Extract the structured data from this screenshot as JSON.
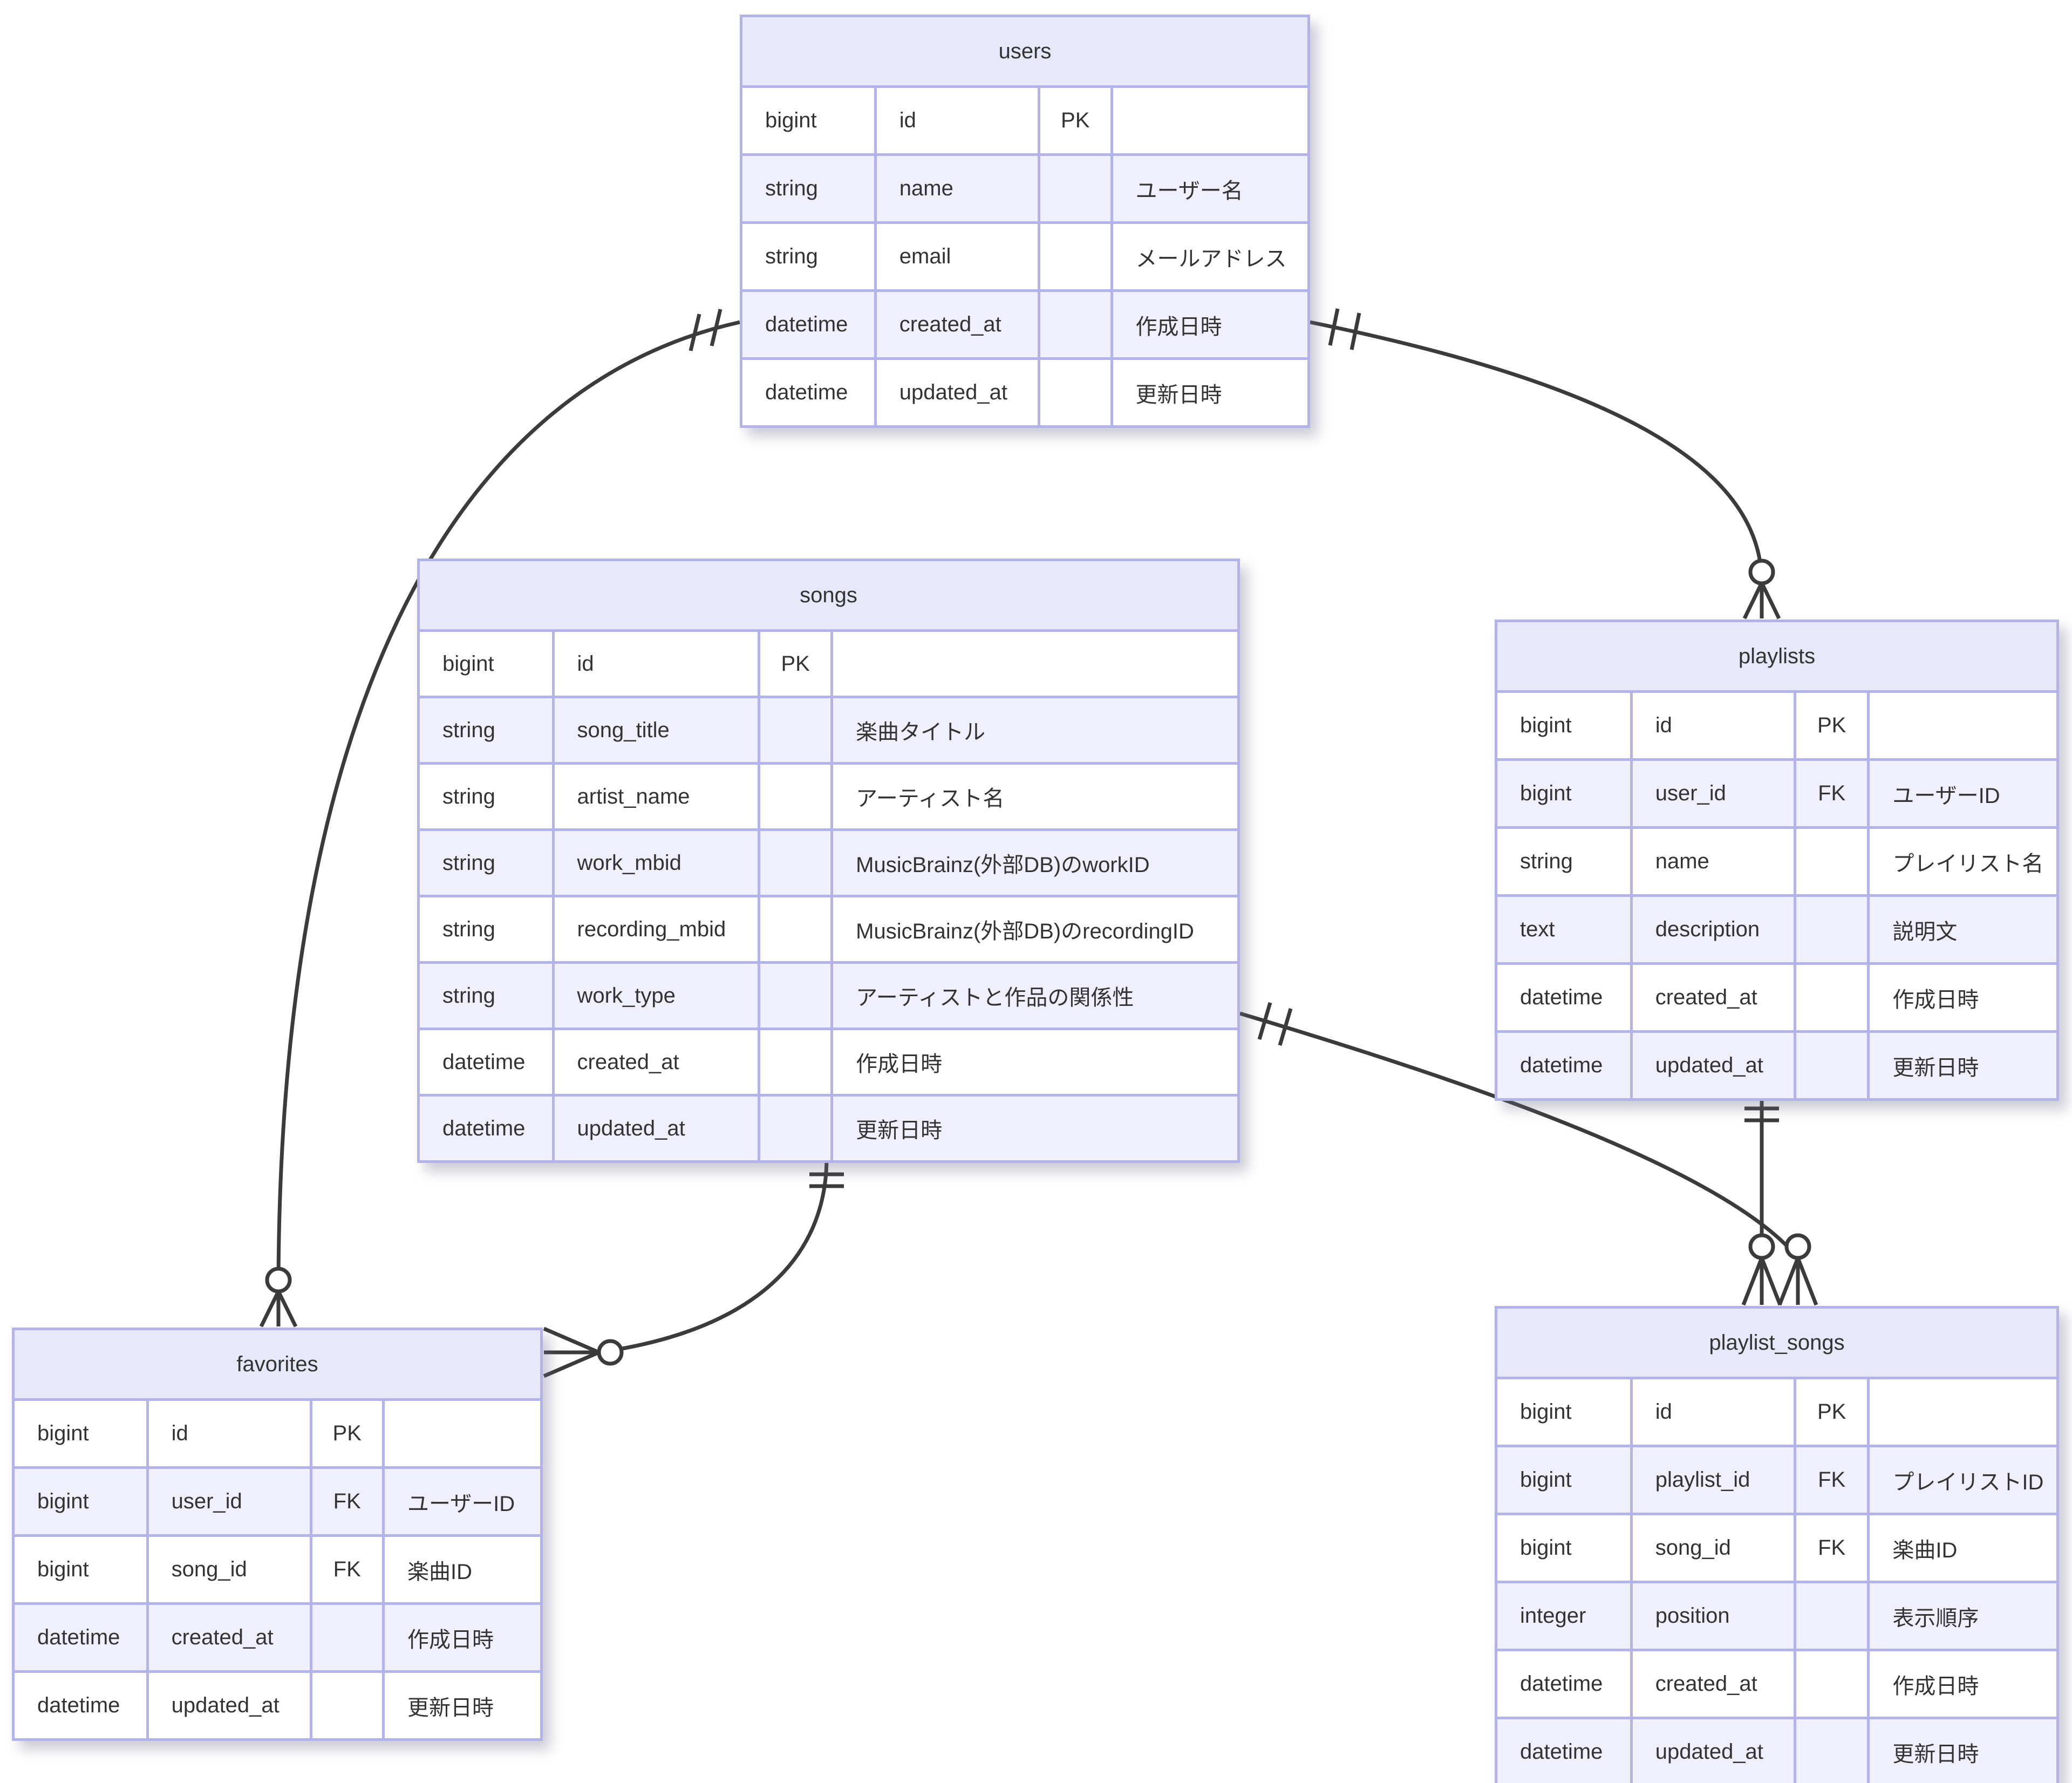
{
  "diagram": {
    "kind": "entity-relationship-diagram",
    "colors": {
      "header_fill": "#e8e8fb",
      "row_even_fill": "#efeffd",
      "row_odd_fill": "#ffffff",
      "border": "#b3b3ec",
      "line": "#3b3b3b",
      "text": "#333333",
      "background": "#ffffff"
    }
  },
  "entities": [
    {
      "name": "users",
      "attributes": [
        {
          "type": "bigint",
          "name": "id",
          "key": "PK",
          "comment": ""
        },
        {
          "type": "string",
          "name": "name",
          "key": "",
          "comment": "ユーザー名"
        },
        {
          "type": "string",
          "name": "email",
          "key": "",
          "comment": "メールアドレス"
        },
        {
          "type": "datetime",
          "name": "created_at",
          "key": "",
          "comment": "作成日時"
        },
        {
          "type": "datetime",
          "name": "updated_at",
          "key": "",
          "comment": "更新日時"
        }
      ]
    },
    {
      "name": "songs",
      "attributes": [
        {
          "type": "bigint",
          "name": "id",
          "key": "PK",
          "comment": ""
        },
        {
          "type": "string",
          "name": "song_title",
          "key": "",
          "comment": "楽曲タイトル"
        },
        {
          "type": "string",
          "name": "artist_name",
          "key": "",
          "comment": "アーティスト名"
        },
        {
          "type": "string",
          "name": "work_mbid",
          "key": "",
          "comment": "MusicBrainz(外部DB)のworkID"
        },
        {
          "type": "string",
          "name": "recording_mbid",
          "key": "",
          "comment": "MusicBrainz(外部DB)のrecordingID"
        },
        {
          "type": "string",
          "name": "work_type",
          "key": "",
          "comment": "アーティストと作品の関係性"
        },
        {
          "type": "datetime",
          "name": "created_at",
          "key": "",
          "comment": "作成日時"
        },
        {
          "type": "datetime",
          "name": "updated_at",
          "key": "",
          "comment": "更新日時"
        }
      ]
    },
    {
      "name": "playlists",
      "attributes": [
        {
          "type": "bigint",
          "name": "id",
          "key": "PK",
          "comment": ""
        },
        {
          "type": "bigint",
          "name": "user_id",
          "key": "FK",
          "comment": "ユーザーID"
        },
        {
          "type": "string",
          "name": "name",
          "key": "",
          "comment": "プレイリスト名"
        },
        {
          "type": "text",
          "name": "description",
          "key": "",
          "comment": "説明文"
        },
        {
          "type": "datetime",
          "name": "created_at",
          "key": "",
          "comment": "作成日時"
        },
        {
          "type": "datetime",
          "name": "updated_at",
          "key": "",
          "comment": "更新日時"
        }
      ]
    },
    {
      "name": "favorites",
      "attributes": [
        {
          "type": "bigint",
          "name": "id",
          "key": "PK",
          "comment": ""
        },
        {
          "type": "bigint",
          "name": "user_id",
          "key": "FK",
          "comment": "ユーザーID"
        },
        {
          "type": "bigint",
          "name": "song_id",
          "key": "FK",
          "comment": "楽曲ID"
        },
        {
          "type": "datetime",
          "name": "created_at",
          "key": "",
          "comment": "作成日時"
        },
        {
          "type": "datetime",
          "name": "updated_at",
          "key": "",
          "comment": "更新日時"
        }
      ]
    },
    {
      "name": "playlist_songs",
      "attributes": [
        {
          "type": "bigint",
          "name": "id",
          "key": "PK",
          "comment": ""
        },
        {
          "type": "bigint",
          "name": "playlist_id",
          "key": "FK",
          "comment": "プレイリストID"
        },
        {
          "type": "bigint",
          "name": "song_id",
          "key": "FK",
          "comment": "楽曲ID"
        },
        {
          "type": "integer",
          "name": "position",
          "key": "",
          "comment": "表示順序"
        },
        {
          "type": "datetime",
          "name": "created_at",
          "key": "",
          "comment": "作成日時"
        },
        {
          "type": "datetime",
          "name": "updated_at",
          "key": "",
          "comment": "更新日時"
        }
      ]
    }
  ],
  "relationships": [
    {
      "from": "users",
      "to": "favorites",
      "from_cardinality": "exactly-one",
      "to_cardinality": "zero-or-many"
    },
    {
      "from": "users",
      "to": "playlists",
      "from_cardinality": "exactly-one",
      "to_cardinality": "zero-or-many"
    },
    {
      "from": "songs",
      "to": "favorites",
      "from_cardinality": "exactly-one",
      "to_cardinality": "zero-or-many"
    },
    {
      "from": "songs",
      "to": "playlist_songs",
      "from_cardinality": "exactly-one",
      "to_cardinality": "zero-or-many"
    },
    {
      "from": "playlists",
      "to": "playlist_songs",
      "from_cardinality": "exactly-one",
      "to_cardinality": "zero-or-many"
    }
  ]
}
